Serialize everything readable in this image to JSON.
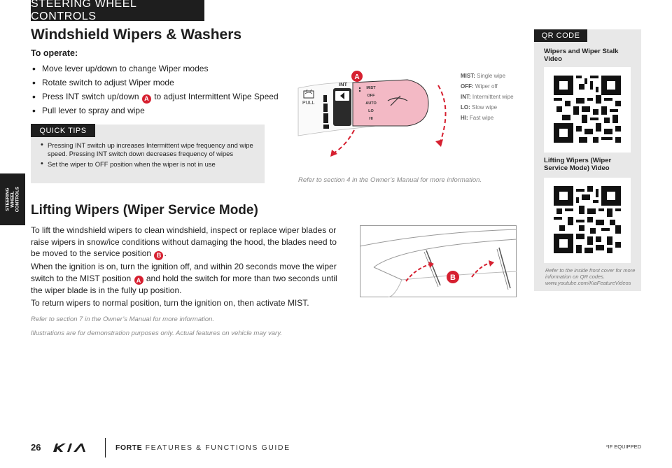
{
  "header": {
    "tab_label": "STEERING WHEEL CONTROLS"
  },
  "side_label": "STEERING\nWHEEL\nCONTROLS",
  "section1": {
    "title": "Windshield Wipers & Washers",
    "to_operate": "To operate:",
    "steps": [
      {
        "pre": "Move lever up/down to change Wiper modes"
      },
      {
        "pre": "Rotate switch to adjust Wiper mode"
      },
      {
        "pre": "Press INT switch up/down",
        "badge": "A",
        "post": "to adjust Intermittent Wipe Speed"
      },
      {
        "pre": "Pull lever to spray and wipe"
      }
    ]
  },
  "quick_tips": {
    "label": "QUICK TIPS",
    "items": [
      "Pressing INT switch up increases Intermittent wipe frequency and wipe speed. Pressing INT switch down decreases frequency of wipes",
      "Set the wiper to OFF position when the wiper is not in use"
    ]
  },
  "diagram": {
    "badge": "A",
    "int_label": "INT",
    "pull_label": "PULL",
    "modes": [
      "MIST",
      "OFF",
      "AUTO",
      "LO",
      "HI"
    ],
    "legend": [
      {
        "key": "MIST:",
        "value": "Single wipe"
      },
      {
        "key": "OFF:",
        "value": "Wiper off"
      },
      {
        "key": "INT:",
        "value": "Intermittent wipe"
      },
      {
        "key": "LO:",
        "value": "Slow wipe"
      },
      {
        "key": "HI:",
        "value": "Fast wipe"
      }
    ],
    "ref_note": "Refer to section 4 in the Owner’s Manual for more information."
  },
  "section2": {
    "title": "Lifting Wipers (Wiper Service Mode)",
    "para1_pre": "To lift the windshield wipers to clean windshield, inspect or replace wiper blades or raise wipers in snow/ice conditions without damaging the hood, the blades need to be moved to the service position",
    "para1_badge": "B",
    "para1_post": ".",
    "para2_pre": "When the ignition is on, turn the ignition off, and within 20 seconds move the wiper switch to the MIST position",
    "para2_badge": "A",
    "para2_post": "and hold the switch for more than two seconds until the wiper blade is in the fully up position.",
    "para3": "To return wipers to normal position, turn the ignition on, then activate MIST.",
    "diagram_badge": "B",
    "ref_note": "Refer to section 7 in the Owner’s Manual for more information.",
    "disclaimer": "Illustrations are for demonstration purposes only. Actual features on vehicle may vary."
  },
  "qr_panel": {
    "label": "QR CODE",
    "video1_title": "Wipers and Wiper Stalk Video",
    "video2_title": "Lifting Wipers (Wiper Service Mode) Video",
    "note": "Refer to the inside front cover for more information on QR codes. www.youtube.com/KiaFeatureVideos"
  },
  "footer": {
    "page_number": "26",
    "model": "FORTE",
    "guide": "FEATURES & FUNCTIONS GUIDE",
    "if_equipped": "*IF EQUIPPED"
  },
  "colors": {
    "accent_red": "#d62030",
    "dark": "#1e1e1e",
    "panel_gray": "#e8e8e8"
  }
}
